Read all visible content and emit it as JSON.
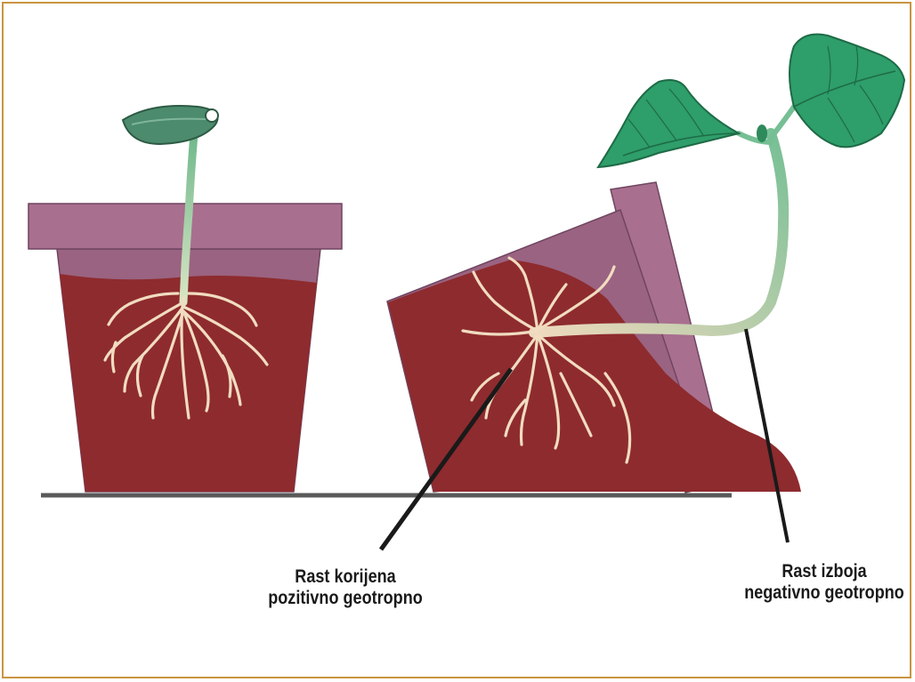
{
  "labels": {
    "root": {
      "line1": "Rast korijena",
      "line2": "pozitivno geotropno"
    },
    "shoot": {
      "line1": "Rast izboja",
      "line2": "negativno geotropno"
    }
  },
  "colors": {
    "frame": "#c9953f",
    "soil": "#8e2b2e",
    "pot": "#9a6381",
    "pot_rim": "#a96f8f",
    "stem": "#9cc79a",
    "root": "#f1dcc0",
    "leaf": "#2e9e6a",
    "ground_line": "#5a5a5a"
  },
  "icons": {
    "left_plant": "bean-seedling-icon",
    "right_plant": "bean-plant-icon"
  }
}
